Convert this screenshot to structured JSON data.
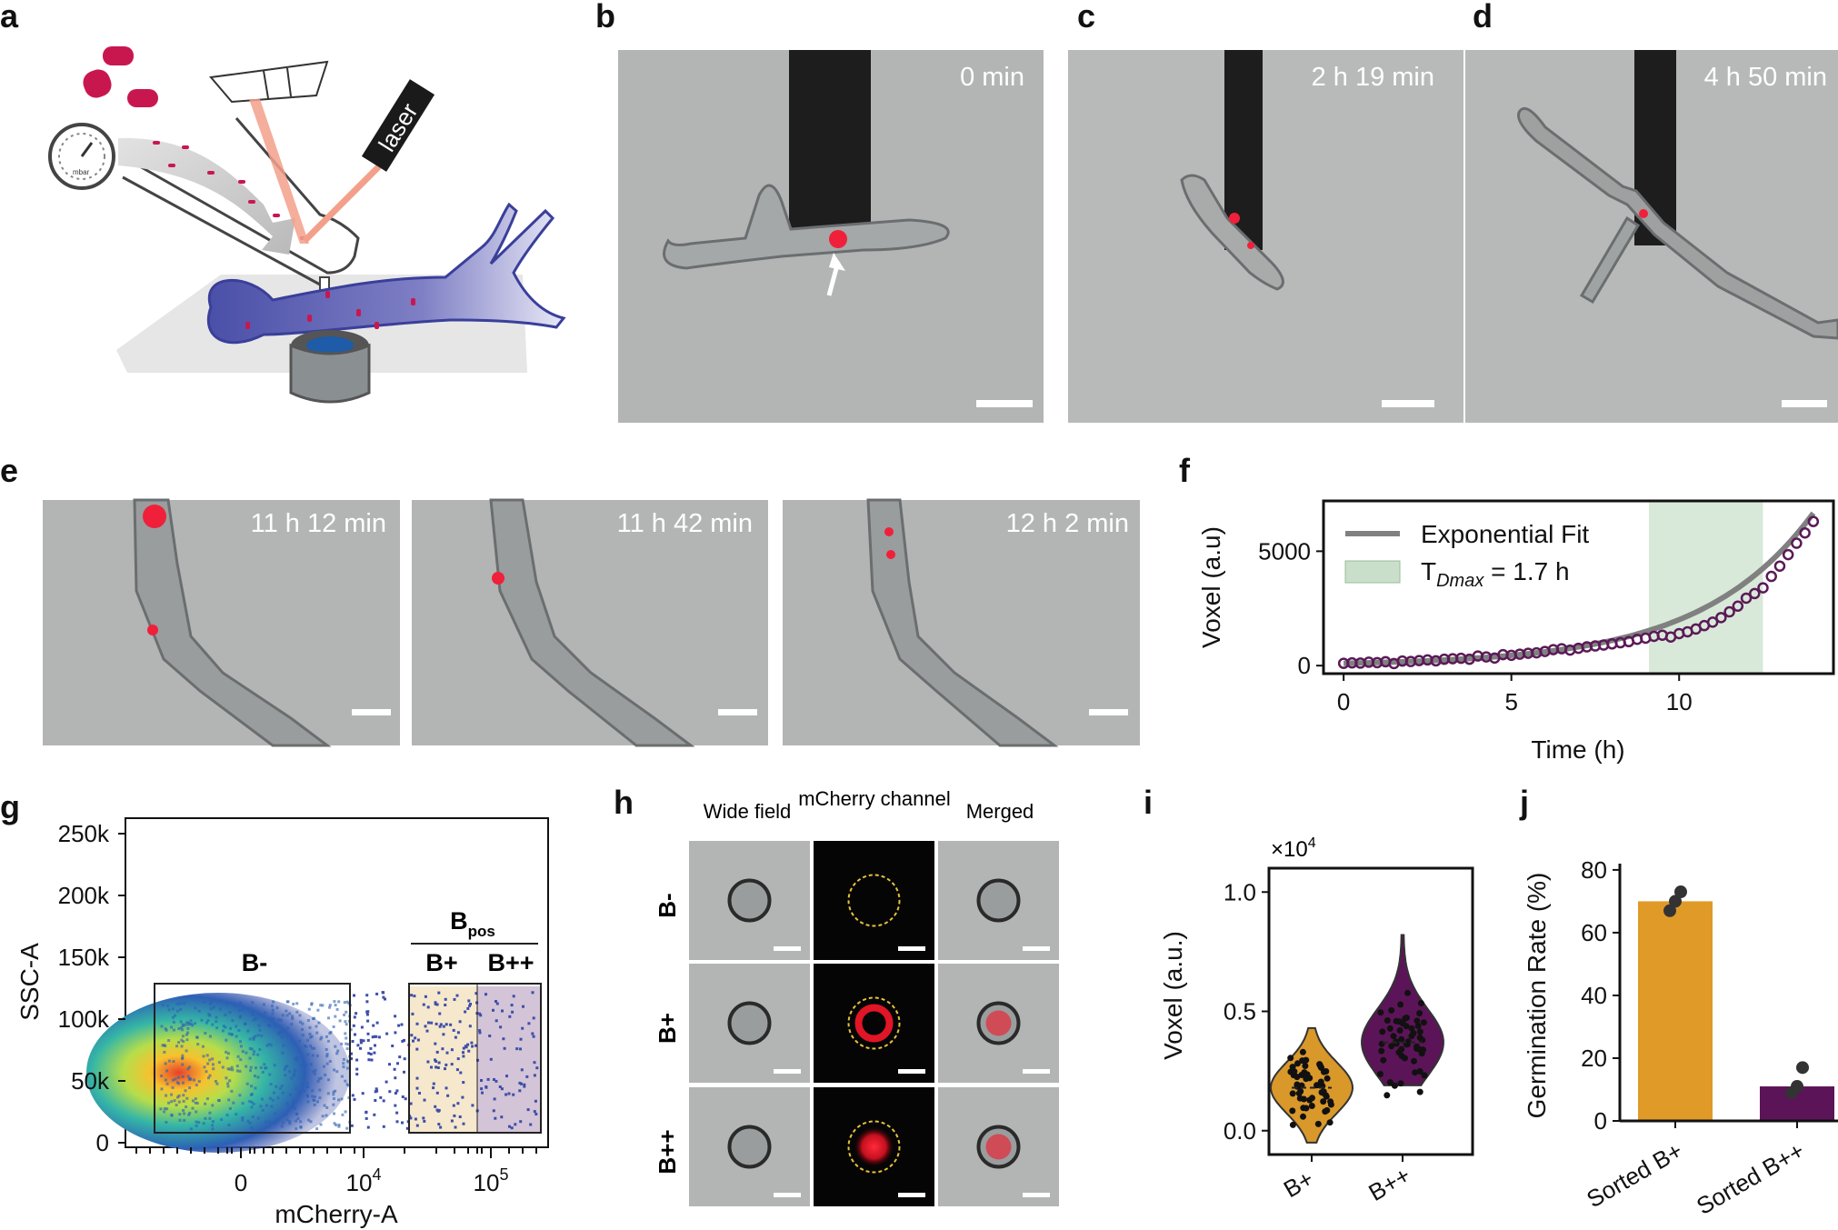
{
  "panels": {
    "a": {
      "label": "a",
      "device_text": "laser",
      "gauge_unit": "mbar"
    },
    "b": {
      "label": "b",
      "time": "0 min"
    },
    "c": {
      "label": "c",
      "time": "2 h 19 min"
    },
    "d": {
      "label": "d",
      "time": "4 h 50 min"
    },
    "e": {
      "label": "e",
      "times": [
        "11 h 12 min",
        "11 h 42 min",
        "12 h 2 min"
      ]
    },
    "f": {
      "label": "f"
    },
    "g": {
      "label": "g",
      "gate_bneg": "B-",
      "gate_bpos": "B",
      "gate_bpos_sub": "pos",
      "gate_bplus": "B+",
      "gate_bplusplus": "B++"
    },
    "h": {
      "label": "h",
      "col_headers": [
        "Wide field",
        "mCherry channel",
        "Merged"
      ],
      "row_labels": [
        "B-",
        "B+",
        "B++"
      ]
    },
    "i": {
      "label": "i"
    },
    "j": {
      "label": "j"
    }
  },
  "chart_data": [
    {
      "id": "f",
      "type": "scatter",
      "xlabel": "Time (h)",
      "ylabel": "Voxel (a.u)",
      "xlim": [
        -0.6,
        14.6
      ],
      "ylim": [
        -350,
        7200
      ],
      "xticks": [
        0,
        5,
        10
      ],
      "yticks": [
        0,
        5000
      ],
      "legend": [
        "Exponential Fit",
        "T",
        "Dmax",
        " = 1.7 h"
      ],
      "legend_position": "top-left",
      "shaded_region": [
        9.1,
        12.5
      ],
      "colors": {
        "points": "#5a1a57",
        "fit": "#808080",
        "shade": "#c9dfc9"
      },
      "fit": {
        "a": 100,
        "b": 0.3
      },
      "x": [
        0,
        0.25,
        0.5,
        0.75,
        1,
        1.25,
        1.5,
        1.75,
        2,
        2.25,
        2.5,
        2.75,
        3,
        3.25,
        3.5,
        3.75,
        4,
        4.25,
        4.5,
        4.75,
        5,
        5.25,
        5.5,
        5.75,
        6,
        6.25,
        6.5,
        6.75,
        7,
        7.25,
        7.5,
        7.75,
        8,
        8.25,
        8.5,
        8.75,
        9,
        9.25,
        9.5,
        9.75,
        10,
        10.25,
        10.5,
        10.75,
        11,
        11.25,
        11.5,
        11.75,
        12,
        12.25,
        12.5,
        12.75,
        13,
        13.25,
        13.5,
        13.75,
        14
      ],
      "y": [
        100,
        120,
        110,
        150,
        130,
        170,
        90,
        200,
        180,
        220,
        250,
        210,
        280,
        300,
        320,
        280,
        420,
        380,
        330,
        480,
        450,
        500,
        540,
        560,
        620,
        700,
        740,
        680,
        760,
        820,
        860,
        900,
        950,
        1000,
        1050,
        1150,
        1200,
        1280,
        1330,
        1250,
        1400,
        1480,
        1600,
        1750,
        1900,
        2100,
        2350,
        2600,
        2950,
        3150,
        3400,
        3900,
        4350,
        4850,
        5350,
        5800,
        6300
      ]
    },
    {
      "id": "g",
      "type": "heatmap",
      "xlabel": "mCherry-A",
      "ylabel": "SSC-A",
      "xticks": [
        "0",
        "10",
        "4",
        "10",
        "5"
      ],
      "yticks": [
        "0",
        "50k",
        "100k",
        "150k",
        "200k",
        "250k"
      ],
      "ylim": [
        0,
        270000
      ]
    },
    {
      "id": "i",
      "type": "violin",
      "categories": [
        "B+",
        "B++"
      ],
      "ylabel": "Voxel (a.u.)",
      "multiplier": "×10",
      "multiplier_exp": "4",
      "ylim": [
        -0.1,
        1.1
      ],
      "yticks": [
        "0.0",
        "0.5",
        "1.0"
      ],
      "medians": [
        0.18,
        0.37
      ],
      "ranges": [
        [
          -0.05,
          0.43
        ],
        [
          0.19,
          0.82
        ]
      ],
      "colors": [
        "#d9982a",
        "#5c1458"
      ]
    },
    {
      "id": "j",
      "type": "bar",
      "categories": [
        "Sorted B+",
        "Sorted B++"
      ],
      "values": [
        70,
        11
      ],
      "points": [
        [
          67,
          70,
          73
        ],
        [
          9,
          11,
          17
        ]
      ],
      "ylabel": "Germination Rate (%)",
      "ylim": [
        0,
        82
      ],
      "yticks": [
        0,
        20,
        40,
        60,
        80
      ],
      "colors": [
        "#e09a28",
        "#5c1458"
      ]
    }
  ]
}
